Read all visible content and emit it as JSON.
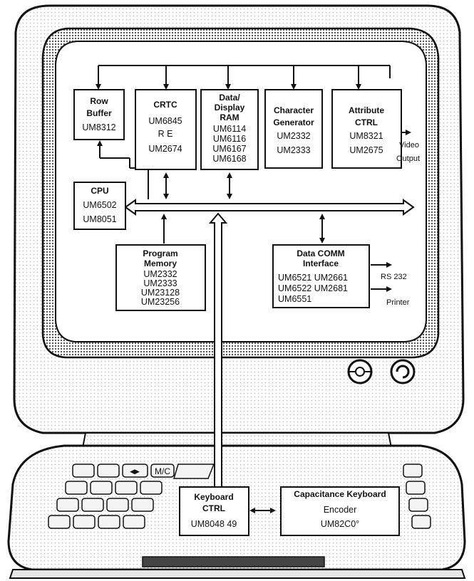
{
  "blocks": {
    "row_buffer": {
      "title": [
        "Row",
        "Buffer"
      ],
      "parts": [
        "UM8312"
      ]
    },
    "crtc": {
      "title": [
        "CRTC"
      ],
      "parts": [
        "UM6845",
        "R E",
        "UM2674"
      ]
    },
    "display_ram": {
      "title": [
        "Data/",
        "Display",
        "RAM"
      ],
      "parts": [
        "UM6114",
        "UM6116",
        "UM6167",
        "UM6168"
      ]
    },
    "char_gen": {
      "title": [
        "Character",
        "Generator"
      ],
      "parts": [
        "UM2332",
        "UM2333"
      ]
    },
    "attribute": {
      "title": [
        "Attribute",
        "CTRL"
      ],
      "parts": [
        "UM8321",
        "UM2675"
      ]
    },
    "cpu": {
      "title": [
        "CPU"
      ],
      "parts": [
        "UM6502",
        "UM8051"
      ]
    },
    "program_memory": {
      "title": [
        "Program",
        "Memory"
      ],
      "parts": [
        "UM2332",
        "UM2333",
        "UM23128",
        "UM23256"
      ]
    },
    "data_comm": {
      "title": [
        "Data COMM",
        "Interface"
      ],
      "parts": [
        "UM6521 UM2661",
        "UM6522 UM2681",
        "UM6551"
      ]
    },
    "keyboard_ctrl": {
      "title": [
        "Keyboard",
        "CTRL"
      ],
      "parts": [
        "UM8048 49"
      ]
    },
    "cap_encoder": {
      "title": [
        "Capacitance Keyboard",
        "Encoder"
      ],
      "parts": [
        "UM82C0°"
      ]
    }
  },
  "outputs": {
    "video": [
      "Video",
      "Output"
    ],
    "rs232": "RS 232",
    "printer": "Printer"
  },
  "keyboard": {
    "mc_key": "M/C"
  },
  "colors": {
    "ink": "#111111",
    "paper": "#ffffff",
    "cabinet_dots": "#d9d9d9",
    "bezel_dots": "#9a9a9a"
  }
}
